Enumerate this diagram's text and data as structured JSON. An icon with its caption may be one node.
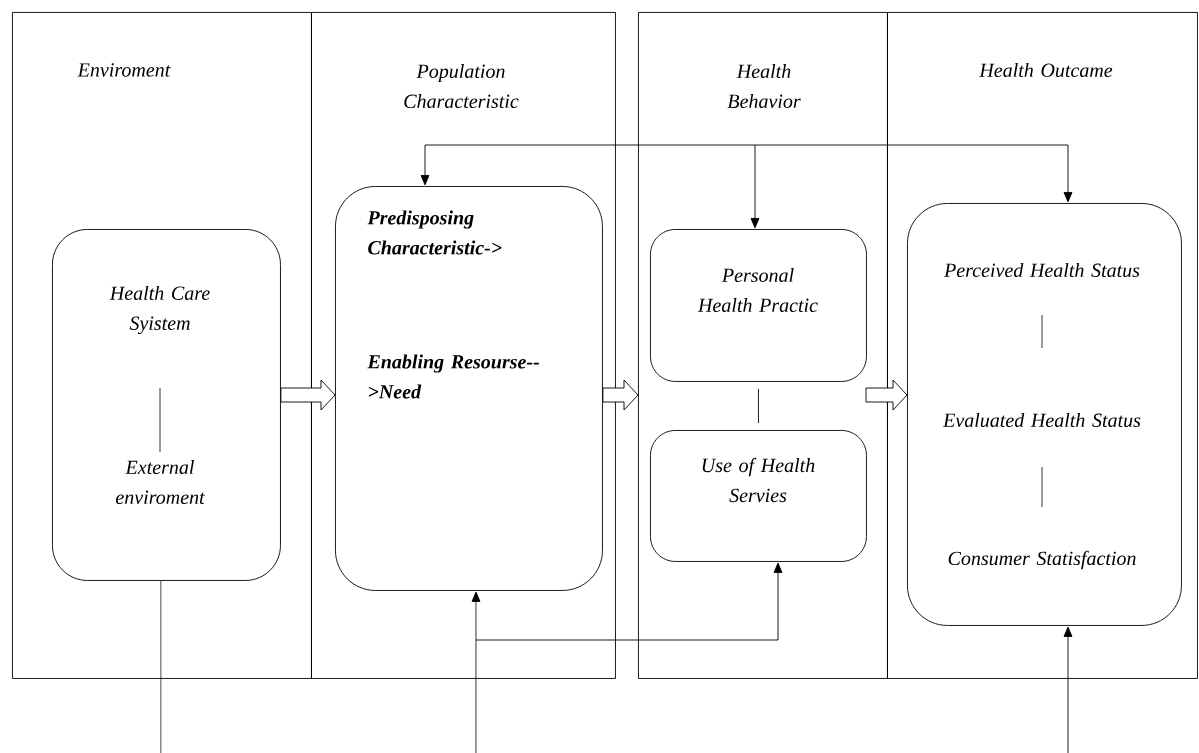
{
  "diagram": {
    "nodes": [
      {
        "text": [
          "Enviroment"
        ]
      },
      {
        "text": [
          "Population Characteristic"
        ]
      },
      {
        "text": [
          "Health Behavior"
        ]
      },
      {
        "text": [
          "Health Outcame"
        ]
      },
      {
        "text": [
          "Health Care Syistem",
          "External enviroment"
        ],
        "in": 0
      },
      {
        "text": [
          "Predisposing Characteristic->",
          "Enabling Resourse-->Need"
        ],
        "in": 1
      },
      {
        "text": [
          "Personal Health Practic"
        ],
        "in": 2
      },
      {
        "text": [
          "Use of Health Servies"
        ],
        "in": 2
      },
      {
        "text": [
          "Perceived Health Status",
          "Evaluated Health Status",
          "Consumer Statisfaction"
        ],
        "in": 3
      }
    ],
    "edges": [
      {
        "from": 4,
        "to": 5,
        "arrow": "to",
        "style": "thick"
      },
      {
        "from": 5,
        "to": 2,
        "arrow": "to",
        "style": "thick"
      },
      {
        "from": 2,
        "to": 8,
        "arrow": "to",
        "style": "thick"
      },
      {
        "from": 6,
        "to": 7,
        "arrow": "none"
      },
      {
        "from": null,
        "to": 5,
        "arrow": "to"
      },
      {
        "from": null,
        "to": 6,
        "arrow": "to"
      },
      {
        "from": null,
        "to": 8,
        "arrow": "to"
      },
      {
        "from": 4,
        "to": null,
        "arrow": "none"
      },
      {
        "from": null,
        "to": 5,
        "arrow": "to"
      },
      {
        "from": null,
        "to": 7,
        "arrow": "to"
      },
      {
        "from": null,
        "to": 8,
        "arrow": "to"
      }
    ]
  }
}
